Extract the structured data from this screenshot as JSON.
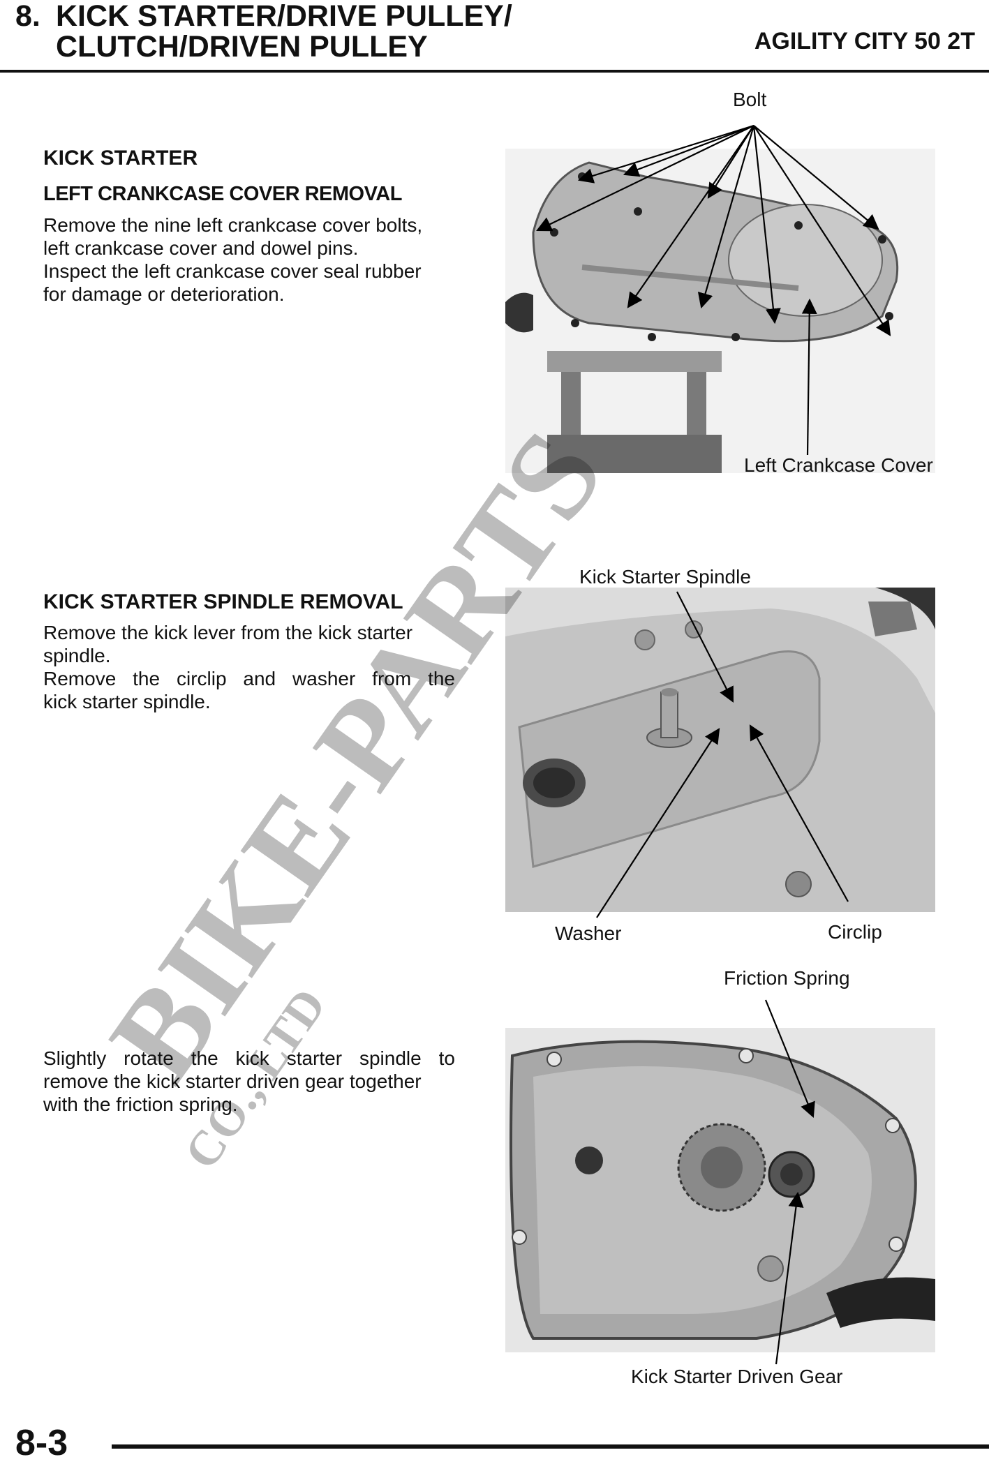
{
  "header": {
    "section_number": "8.",
    "title_line1": "KICK STARTER/DRIVE PULLEY/",
    "title_line2": "CLUTCH/DRIVEN PULLEY",
    "model": "AGILITY CITY 50 2T"
  },
  "section1": {
    "heading": "KICK STARTER",
    "subheading": "LEFT CRANKCASE COVER REMOVAL",
    "lines": [
      "Remove the nine left crankcase cover bolts,",
      "left crankcase cover and dowel pins.",
      "Inspect the left crankcase cover seal rubber",
      "for damage or deterioration."
    ],
    "labels": {
      "bolt": "Bolt",
      "cover": "Left Crankcase Cover"
    }
  },
  "section2": {
    "heading": "KICK STARTER SPINDLE REMOVAL",
    "lines": [
      "Remove the kick lever from the kick starter",
      "spindle.",
      "Remove the circlip and washer from the",
      "kick starter spindle."
    ],
    "labels": {
      "spindle": "Kick Starter Spindle",
      "washer": "Washer",
      "circlip": "Circlip"
    }
  },
  "section3": {
    "lines": [
      "Slightly rotate the kick starter spindle to",
      "remove the kick starter driven gear together",
      "with the friction spring."
    ],
    "labels": {
      "spring": "Friction Spring",
      "gear": "Kick Starter Driven Gear"
    }
  },
  "watermark": {
    "text": "BIKE-PARTS",
    "subtext": "CO., LTD"
  },
  "footer": {
    "page_number": "8-3"
  }
}
